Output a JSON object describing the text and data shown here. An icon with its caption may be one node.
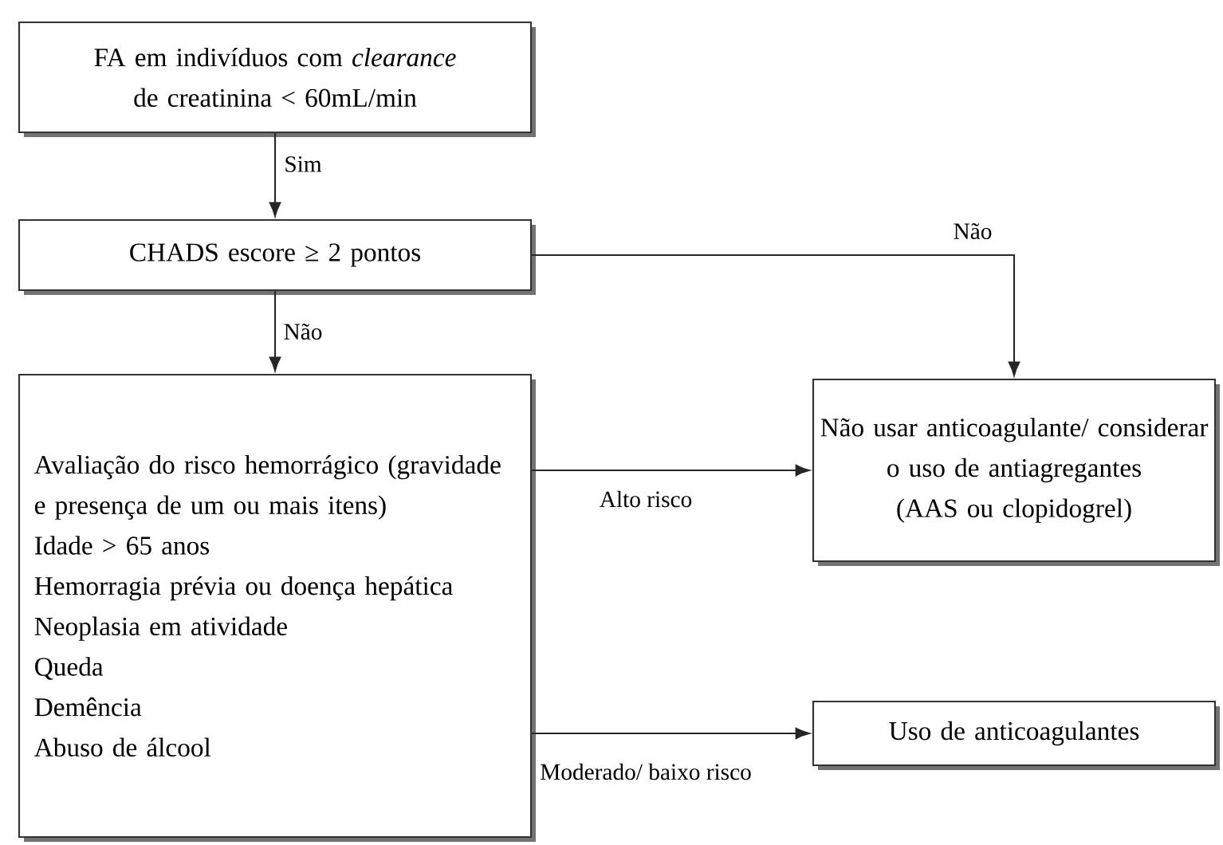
{
  "diagram": {
    "nodes": [
      {
        "text": [
          "FA em indivíduos com *clearance* de creatinina < 60mL/min"
        ]
      },
      {
        "text": [
          "CHADS escore ≥ 2 pontos"
        ]
      },
      {
        "text": [
          "Avaliação do risco hemorrágico (gravidade e presença de um ou mais itens)",
          "Idade > 65 anos",
          "Hemorragia prévia ou doença hepática",
          "Neoplasia em atividade",
          "Queda",
          "Demência",
          "Abuso de álcool"
        ]
      },
      {
        "text": [
          "Não usar anticoagulante/ considerar o uso de antiagregantes (AAS ou clopidogrel)"
        ]
      },
      {
        "text": [
          "Uso de anticoagulantes"
        ]
      }
    ],
    "edges": [
      {
        "from": 0,
        "to": 1,
        "arrow": "to",
        "label": "Sim"
      },
      {
        "from": 1,
        "to": 3,
        "arrow": "to",
        "label": "Não"
      },
      {
        "from": 1,
        "to": 2,
        "arrow": "to",
        "label": "Não"
      },
      {
        "from": 2,
        "to": 3,
        "arrow": "to",
        "label": "Alto risco"
      },
      {
        "from": 2,
        "to": 4,
        "arrow": "to",
        "label": "Moderado/ baixo risco"
      }
    ]
  }
}
